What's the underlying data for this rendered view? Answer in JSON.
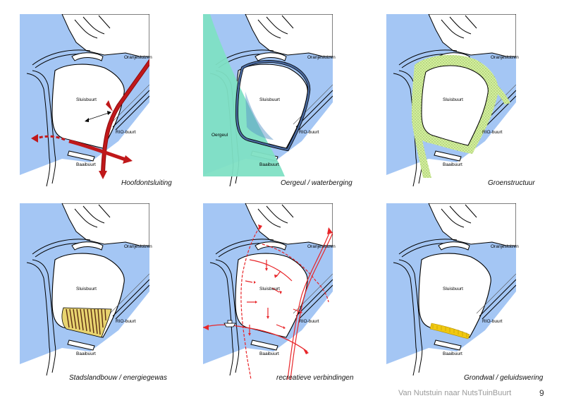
{
  "labels": {
    "oranjesluizen": "Oranjesluizen",
    "sluisbuurt": "Sluisbuurt",
    "rio_buurt": "RIO-buurt",
    "baaibuurt": "Baaibuurt",
    "oergeul": "Oergeul"
  },
  "panels": [
    {
      "caption": "Hoofdontsluiting"
    },
    {
      "caption": "Oergeul / waterberging"
    },
    {
      "caption": "Groenstructuur"
    },
    {
      "caption": "Stadslandbouw / energiegewas"
    },
    {
      "caption": "recreatieve verbindingen"
    },
    {
      "caption": "Grondwal / geluidswering"
    }
  ],
  "footer": {
    "title": "Van Nutstuin naar NutsTuinBuurt",
    "page_number": "9"
  },
  "colors": {
    "water": "#a4c6f4",
    "road_red": "#c0181a",
    "recreation_red": "#e8262a",
    "oergeul_green": "#7fe0c4",
    "dike_blue": "#4a6aa0",
    "green_structure": "#d4ef9c",
    "agriculture_yellow": "#e8d470",
    "earth_wall": "#f0c810"
  }
}
